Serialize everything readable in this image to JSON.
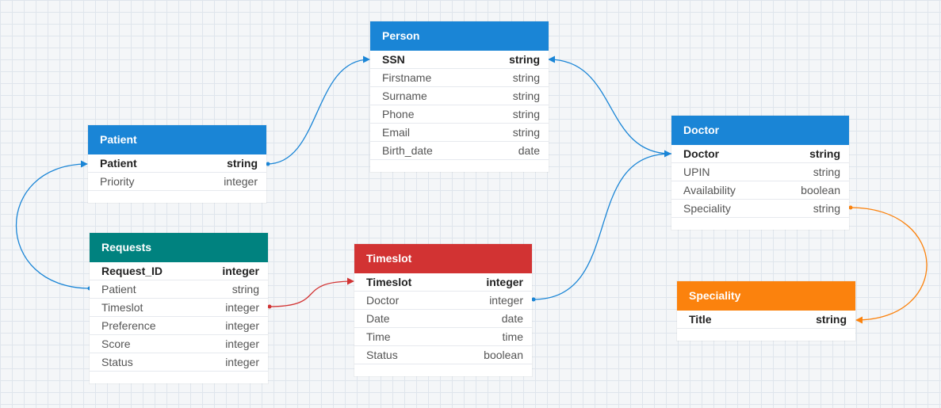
{
  "colors": {
    "blue": "#1a85d6",
    "teal": "#00827f",
    "red": "#d23333",
    "orange": "#fb820d",
    "grid": "#dfe5ec"
  },
  "entities": {
    "person": {
      "title": "Person",
      "fields": [
        {
          "name": "SSN",
          "type": "string",
          "pk": true
        },
        {
          "name": "Firstname",
          "type": "string"
        },
        {
          "name": "Surname",
          "type": "string"
        },
        {
          "name": "Phone",
          "type": "string"
        },
        {
          "name": "Email",
          "type": "string"
        },
        {
          "name": "Birth_date",
          "type": "date"
        }
      ]
    },
    "patient": {
      "title": "Patient",
      "fields": [
        {
          "name": "Patient",
          "type": "string",
          "pk": true
        },
        {
          "name": "Priority",
          "type": "integer"
        }
      ]
    },
    "requests": {
      "title": "Requests",
      "fields": [
        {
          "name": "Request_ID",
          "type": "integer",
          "pk": true
        },
        {
          "name": "Patient",
          "type": "string"
        },
        {
          "name": "Timeslot",
          "type": "integer"
        },
        {
          "name": "Preference",
          "type": "integer"
        },
        {
          "name": "Score",
          "type": "integer"
        },
        {
          "name": "Status",
          "type": "integer"
        }
      ]
    },
    "timeslot": {
      "title": "Timeslot",
      "fields": [
        {
          "name": "Timeslot",
          "type": "integer",
          "pk": true
        },
        {
          "name": "Doctor",
          "type": "integer"
        },
        {
          "name": "Date",
          "type": "date"
        },
        {
          "name": "Time",
          "type": "time"
        },
        {
          "name": "Status",
          "type": "boolean"
        }
      ]
    },
    "doctor": {
      "title": "Doctor",
      "fields": [
        {
          "name": "Doctor",
          "type": "string",
          "pk": true
        },
        {
          "name": "UPIN",
          "type": "string"
        },
        {
          "name": "Availability",
          "type": "boolean"
        },
        {
          "name": "Speciality",
          "type": "string"
        }
      ]
    },
    "speciality": {
      "title": "Speciality",
      "fields": [
        {
          "name": "Title",
          "type": "string",
          "pk": true
        }
      ]
    }
  }
}
